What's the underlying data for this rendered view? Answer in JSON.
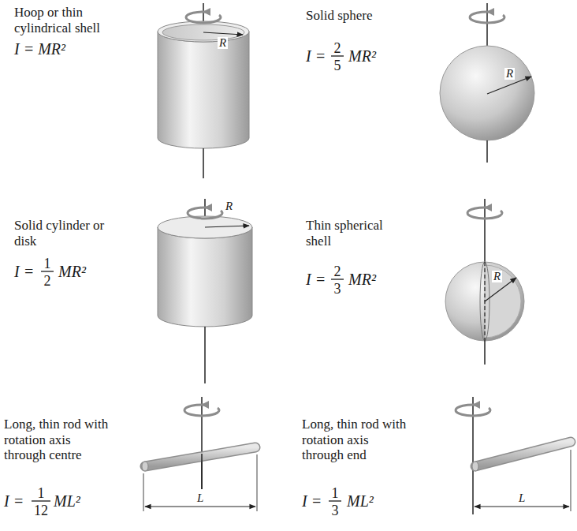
{
  "diagram": {
    "labels": [
      "Hoop or thin cylindrical shell",
      "I = MR²",
      "R",
      "Solid sphere",
      "I =",
      "2",
      "5",
      "MR²",
      "R",
      "Solid cylinder or disk",
      "I =",
      "1",
      "2",
      "MR²",
      "R",
      "Thin spherical shell",
      "I =",
      "2",
      "3",
      "MR²",
      "R",
      "Long, thin rod with rotation axis through centre",
      "I =",
      "1",
      "12",
      "ML²",
      "L",
      "Long, thin rod with rotation axis through end",
      "I =",
      "1",
      "3",
      "ML²",
      "L"
    ]
  }
}
